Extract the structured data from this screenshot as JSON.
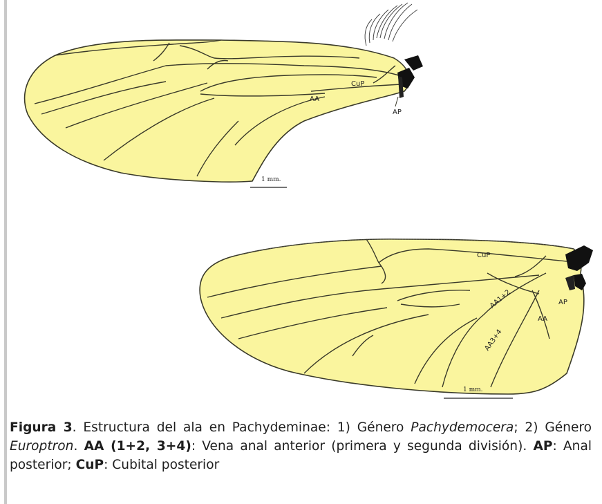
{
  "figure": {
    "wing1": {
      "labels": {
        "cup": "CuP",
        "aa": "AA",
        "ap": "AP"
      },
      "scale_label": "1 mm."
    },
    "wing2": {
      "labels": {
        "cup": "CuP",
        "aa12": "AA1+2",
        "aa34": "AA3+4",
        "aa": "AA",
        "ap": "AP"
      },
      "scale_label": "1 mm."
    },
    "colors": {
      "wing_fill": "#FAF59E",
      "vein": "#3a3a2a",
      "caption_text": "#1e1e1e",
      "left_rule": "#c9c9c9"
    }
  },
  "caption": {
    "fig_label": "Figura 3",
    "t1": ". Estructura del ala en Pachydeminae: 1) Género ",
    "genus1": "Pachydemocera",
    "t2": "; 2) Género ",
    "genus2": "Europtron",
    "t3": ". ",
    "aa_label": "AA (1+2, 3+4)",
    "t4": ": Vena anal anterior (primera y segunda división). ",
    "ap_label": "AP",
    "t5": ": Anal posterior; ",
    "cup_label": "CuP",
    "t6": ": Cubital posterior"
  }
}
